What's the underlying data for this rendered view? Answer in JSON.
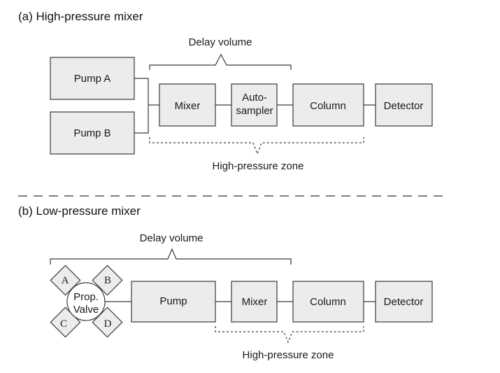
{
  "sections": {
    "a": {
      "title": "(a) High-pressure mixer",
      "delay_volume": "Delay volume",
      "high_pressure_zone": "High-pressure zone",
      "pump_a": "Pump A",
      "pump_b": "Pump B",
      "mixer": "Mixer",
      "autosampler_line1": "Auto-",
      "autosampler_line2": "sampler",
      "column": "Column",
      "detector": "Detector"
    },
    "b": {
      "title": "(b) Low-pressure mixer",
      "delay_volume": "Delay volume",
      "high_pressure_zone": "High-pressure zone",
      "valve_line1": "Prop.",
      "valve_line2": "Valve",
      "port_a": "A",
      "port_b": "B",
      "port_c": "C",
      "port_d": "D",
      "pump": "Pump",
      "mixer": "Mixer",
      "column": "Column",
      "detector": "Detector"
    }
  }
}
